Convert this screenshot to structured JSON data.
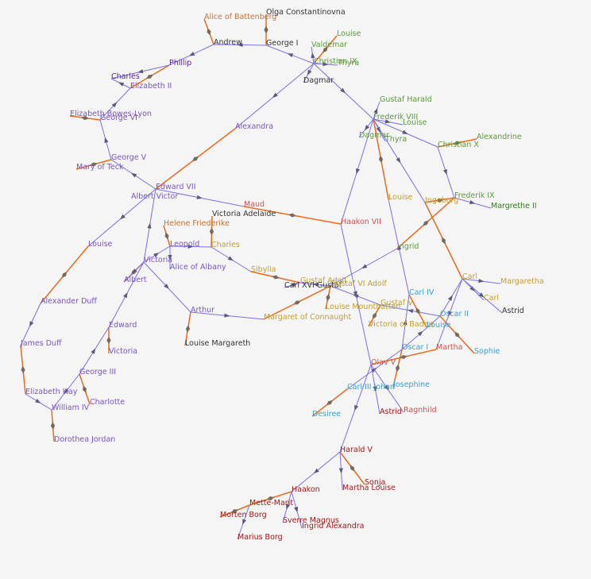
{
  "colors": {
    "background": "#f5f5f5",
    "parent_edge": "#7b6ee8",
    "marriage_edge": "#ec6a1c",
    "marker": "#7a6a5a",
    "houses": {
      "battenberg": "#c0733a",
      "windsor": "#7a55c0",
      "glucksburg_dk": "#5a9a3a",
      "glucksburg_dk_dark": "#2e7a1a",
      "norway": "#a01818",
      "norway_red": "#d05050",
      "sweden": "#3aa0d0",
      "bernadotte": "#c0a030",
      "neutral": "#333333",
      "tudor_purple": "#5a1fa0"
    }
  },
  "nodes": [
    {
      "id": "alice_battenberg",
      "label": "Alice of Battenberg",
      "color": "battenberg"
    },
    {
      "id": "olga",
      "label": "Olga Constantinovna",
      "color": "neutral"
    },
    {
      "id": "andrew",
      "label": "Andrew",
      "color": "neutral"
    },
    {
      "id": "george1",
      "label": "George I",
      "color": "neutral"
    },
    {
      "id": "louise_dk",
      "label": "Louise",
      "color": "glucksburg_dk"
    },
    {
      "id": "valdemar",
      "label": "Valdemar",
      "color": "glucksburg_dk"
    },
    {
      "id": "christian9",
      "label": "Christian IX",
      "color": "glucksburg_dk"
    },
    {
      "id": "thyra1",
      "label": "Thyra",
      "color": "glucksburg_dk"
    },
    {
      "id": "dagmar1",
      "label": "Dagmar",
      "color": "neutral"
    },
    {
      "id": "phillip",
      "label": "Phillip",
      "color": "tudor_purple"
    },
    {
      "id": "charles",
      "label": "Charles",
      "color": "tudor_purple"
    },
    {
      "id": "elizabeth2",
      "label": "Elizabeth II",
      "color": "windsor"
    },
    {
      "id": "ebl",
      "label": "Elizabeth Bowes-Lyon",
      "color": "windsor"
    },
    {
      "id": "george6",
      "label": "George VI",
      "color": "windsor"
    },
    {
      "id": "alexandra",
      "label": "Alexandra",
      "color": "windsor"
    },
    {
      "id": "george5",
      "label": "George V",
      "color": "windsor"
    },
    {
      "id": "mary_teck",
      "label": "Mary of Teck",
      "color": "windsor"
    },
    {
      "id": "edward7",
      "label": "Edward VII",
      "color": "windsor"
    },
    {
      "id": "albert_victor",
      "label": "Albert Victor",
      "color": "windsor"
    },
    {
      "id": "maud",
      "label": "Maud",
      "color": "norway_red"
    },
    {
      "id": "haakon7",
      "label": "Haakon VII",
      "color": "norway_red"
    },
    {
      "id": "victoria_adelaide",
      "label": "Victoria Adelaide",
      "color": "neutral"
    },
    {
      "id": "helene",
      "label": "Helene Friederike",
      "color": "battenberg"
    },
    {
      "id": "leopold",
      "label": "Leopold",
      "color": "windsor"
    },
    {
      "id": "charles_sax",
      "label": "Charles",
      "color": "bernadotte"
    },
    {
      "id": "victoria",
      "label": "Victoria",
      "color": "windsor"
    },
    {
      "id": "alice_albany",
      "label": "Alice of Albany",
      "color": "windsor"
    },
    {
      "id": "louise_uk",
      "label": "Louise",
      "color": "windsor"
    },
    {
      "id": "albert",
      "label": "Albert",
      "color": "windsor"
    },
    {
      "id": "sibylla",
      "label": "Sibylla",
      "color": "bernadotte"
    },
    {
      "id": "gustaf_adolf",
      "label": "Gustaf Adolf",
      "color": "bernadotte"
    },
    {
      "id": "carl16",
      "label": "Carl XVI Gustaf",
      "color": "neutral"
    },
    {
      "id": "gustaf6",
      "label": "Gustaf VI Adolf",
      "color": "bernadotte"
    },
    {
      "id": "alexander_duff",
      "label": "Alexander Duff",
      "color": "windsor"
    },
    {
      "id": "arthur",
      "label": "Arthur",
      "color": "windsor"
    },
    {
      "id": "louise_mount",
      "label": "Louise Mountbatten",
      "color": "bernadotte"
    },
    {
      "id": "margaret_c",
      "label": "Margaret of Connaught",
      "color": "bernadotte"
    },
    {
      "id": "edward_kent",
      "label": "Edward",
      "color": "windsor"
    },
    {
      "id": "james_duff",
      "label": "James Duff",
      "color": "windsor"
    },
    {
      "id": "louise_margareth",
      "label": "Louise Margareth",
      "color": "neutral"
    },
    {
      "id": "victoria_k",
      "label": "Victoria",
      "color": "windsor"
    },
    {
      "id": "george3",
      "label": "George III",
      "color": "windsor"
    },
    {
      "id": "elizabeth_hay",
      "label": "Elizabeth Hay",
      "color": "windsor"
    },
    {
      "id": "charlotte",
      "label": "Charlotte",
      "color": "windsor"
    },
    {
      "id": "william4",
      "label": "William IV",
      "color": "windsor"
    },
    {
      "id": "dorothea",
      "label": "Dorothea Jordan",
      "color": "windsor"
    },
    {
      "id": "gustaf_harald",
      "label": "Gustaf Harald",
      "color": "glucksburg_dk"
    },
    {
      "id": "frederik8",
      "label": "Frederik VIII",
      "color": "glucksburg_dk"
    },
    {
      "id": "louise_dk2",
      "label": "Louise",
      "color": "glucksburg_dk"
    },
    {
      "id": "dagmar2",
      "label": "Dagmar",
      "color": "glucksburg_dk"
    },
    {
      "id": "thyra2",
      "label": "Thyra",
      "color": "glucksburg_dk"
    },
    {
      "id": "alexandrine",
      "label": "Alexandrine",
      "color": "glucksburg_dk"
    },
    {
      "id": "christian10",
      "label": "Christian X",
      "color": "glucksburg_dk"
    },
    {
      "id": "louise_sw",
      "label": "Louise",
      "color": "bernadotte"
    },
    {
      "id": "ingeborg",
      "label": "Ingeborg",
      "color": "bernadotte"
    },
    {
      "id": "frederik9",
      "label": "Frederik IX",
      "color": "glucksburg_dk"
    },
    {
      "id": "margrethe2",
      "label": "Margrethe II",
      "color": "glucksburg_dk_dark"
    },
    {
      "id": "ingrid",
      "label": "Ingrid",
      "color": "glucksburg_dk"
    },
    {
      "id": "carl_sw",
      "label": "Carl",
      "color": "bernadotte"
    },
    {
      "id": "margaretha",
      "label": "Margaretha",
      "color": "bernadotte"
    },
    {
      "id": "carl_sw2",
      "label": "Carl",
      "color": "bernadotte"
    },
    {
      "id": "astrid_sw",
      "label": "Astrid",
      "color": "neutral"
    },
    {
      "id": "carl4",
      "label": "Carl IV",
      "color": "sweden"
    },
    {
      "id": "gustaf5",
      "label": "Gustaf V",
      "color": "bernadotte"
    },
    {
      "id": "victoria_baden",
      "label": "Victoria of Baden",
      "color": "bernadotte"
    },
    {
      "id": "louise_sw2",
      "label": "Louise",
      "color": "sweden"
    },
    {
      "id": "oscar2",
      "label": "Oscar II",
      "color": "sweden"
    },
    {
      "id": "oscar1",
      "label": "Oscar I",
      "color": "sweden"
    },
    {
      "id": "martha",
      "label": "Martha",
      "color": "norway_red"
    },
    {
      "id": "sophie",
      "label": "Sophie",
      "color": "sweden"
    },
    {
      "id": "olav5",
      "label": "Olav V",
      "color": "norway_red"
    },
    {
      "id": "carl3",
      "label": "Carl III Johan",
      "color": "sweden"
    },
    {
      "id": "josephine",
      "label": "Josephine",
      "color": "sweden"
    },
    {
      "id": "desiree",
      "label": "Desiree",
      "color": "sweden"
    },
    {
      "id": "astrid_no",
      "label": "Astrid",
      "color": "norway"
    },
    {
      "id": "ragnhild",
      "label": "Ragnhild",
      "color": "norway_red"
    },
    {
      "id": "harald5",
      "label": "Harald V",
      "color": "norway"
    },
    {
      "id": "sonja",
      "label": "Sonja",
      "color": "norway"
    },
    {
      "id": "martha_louise",
      "label": "Martha Louise",
      "color": "norway"
    },
    {
      "id": "haakon",
      "label": "Haakon",
      "color": "norway"
    },
    {
      "id": "mette_marit",
      "label": "Mette-Marit",
      "color": "norway"
    },
    {
      "id": "morten",
      "label": "Morten Borg",
      "color": "norway"
    },
    {
      "id": "sverre",
      "label": "Sverre Magnus",
      "color": "norway"
    },
    {
      "id": "ingrid_alex",
      "label": "Ingrid Alexandra",
      "color": "norway"
    },
    {
      "id": "marius",
      "label": "Marius Borg",
      "color": "norway"
    }
  ],
  "edges": [
    {
      "from": "alice_battenberg",
      "to": "andrew",
      "type": "marriage"
    },
    {
      "from": "olga",
      "to": "george1",
      "type": "marriage"
    },
    {
      "from": "george1",
      "to": "andrew",
      "type": "parent"
    },
    {
      "from": "christian9",
      "to": "george1",
      "type": "parent"
    },
    {
      "from": "louise_dk",
      "to": "christian9",
      "type": "marriage"
    },
    {
      "from": "christian9",
      "to": "valdemar",
      "type": "parent"
    },
    {
      "from": "christian9",
      "to": "thyra1",
      "type": "parent"
    },
    {
      "from": "christian9",
      "to": "dagmar1",
      "type": "parent"
    },
    {
      "from": "andrew",
      "to": "phillip",
      "type": "parent"
    },
    {
      "from": "phillip",
      "to": "elizabeth2",
      "type": "marriage"
    },
    {
      "from": "elizabeth2",
      "to": "charles",
      "type": "parent"
    },
    {
      "from": "phillip",
      "to": "charles",
      "type": "parent"
    },
    {
      "from": "george6",
      "to": "elizabeth2",
      "type": "parent"
    },
    {
      "from": "ebl",
      "to": "george6",
      "type": "marriage"
    },
    {
      "from": "george5",
      "to": "george6",
      "type": "parent"
    },
    {
      "from": "mary_teck",
      "to": "george5",
      "type": "marriage"
    },
    {
      "from": "edward7",
      "to": "george5",
      "type": "parent"
    },
    {
      "from": "christian9",
      "to": "alexandra",
      "type": "parent"
    },
    {
      "from": "alexandra",
      "to": "edward7",
      "type": "marriage"
    },
    {
      "from": "christian9",
      "to": "frederik8",
      "type": "parent"
    },
    {
      "from": "edward7",
      "to": "maud",
      "type": "parent"
    },
    {
      "from": "maud",
      "to": "haakon7",
      "type": "marriage"
    },
    {
      "from": "edward7",
      "to": "louise_uk",
      "type": "parent"
    },
    {
      "from": "louise_uk",
      "to": "alexander_duff",
      "type": "marriage"
    },
    {
      "from": "alexander_duff",
      "to": "james_duff",
      "type": "parent"
    },
    {
      "from": "james_duff",
      "to": "elizabeth_hay",
      "type": "marriage"
    },
    {
      "from": "elizabeth_hay",
      "to": "william4",
      "type": "parent"
    },
    {
      "from": "william4",
      "to": "dorothea",
      "type": "marriage"
    },
    {
      "from": "victoria",
      "to": "edward7",
      "type": "parent"
    },
    {
      "from": "victoria",
      "to": "leopold",
      "type": "parent"
    },
    {
      "from": "victoria",
      "to": "arthur",
      "type": "parent"
    },
    {
      "from": "victoria",
      "to": "albert",
      "type": "marriage"
    },
    {
      "from": "helene",
      "to": "leopold",
      "type": "marriage"
    },
    {
      "from": "leopold",
      "to": "charles_sax",
      "type": "parent"
    },
    {
      "from": "leopold",
      "to": "alice_albany",
      "type": "parent"
    },
    {
      "from": "victoria_adelaide",
      "to": "charles_sax",
      "type": "marriage"
    },
    {
      "from": "charles_sax",
      "to": "sibylla",
      "type": "parent"
    },
    {
      "from": "sibylla",
      "to": "gustaf_adolf",
      "type": "marriage"
    },
    {
      "from": "gustaf_adolf",
      "to": "carl16",
      "type": "parent"
    },
    {
      "from": "gustaf6",
      "to": "gustaf_adolf",
      "type": "parent"
    },
    {
      "from": "gustaf6",
      "to": "louise_mount",
      "type": "marriage"
    },
    {
      "from": "gustaf6",
      "to": "margaret_c",
      "type": "marriage"
    },
    {
      "from": "arthur",
      "to": "margaret_c",
      "type": "parent"
    },
    {
      "from": "arthur",
      "to": "louise_margareth",
      "type": "marriage"
    },
    {
      "from": "victoria",
      "to": "albert",
      "type": "parent"
    },
    {
      "from": "edward_kent",
      "to": "victoria",
      "type": "parent"
    },
    {
      "from": "edward_kent",
      "to": "victoria_k",
      "type": "marriage"
    },
    {
      "from": "george3",
      "to": "edward_kent",
      "type": "parent"
    },
    {
      "from": "george3",
      "to": "charlotte",
      "type": "marriage"
    },
    {
      "from": "george3",
      "to": "william4",
      "type": "parent"
    },
    {
      "from": "frederik8",
      "to": "gustaf_harald",
      "type": "parent"
    },
    {
      "from": "frederik8",
      "to": "louise_dk2",
      "type": "parent"
    },
    {
      "from": "frederik8",
      "to": "dagmar2",
      "type": "parent"
    },
    {
      "from": "frederik8",
      "to": "thyra2",
      "type": "parent"
    },
    {
      "from": "frederik8",
      "to": "christian10",
      "type": "parent"
    },
    {
      "from": "frederik8",
      "to": "louise_sw",
      "type": "marriage"
    },
    {
      "from": "christian10",
      "to": "alexandrine",
      "type": "marriage"
    },
    {
      "from": "christian10",
      "to": "frederik9",
      "type": "parent"
    },
    {
      "from": "frederik9",
      "to": "margrethe2",
      "type": "parent"
    },
    {
      "from": "frederik9",
      "to": "ingeborg",
      "type": "marriage"
    },
    {
      "from": "frederik9",
      "to": "ingrid",
      "type": "marriage"
    },
    {
      "from": "ingrid",
      "to": "gustaf6",
      "type": "parent"
    },
    {
      "from": "frederik8",
      "to": "haakon7",
      "type": "parent"
    },
    {
      "from": "frederik8",
      "to": "ingeborg",
      "type": "parent"
    },
    {
      "from": "ingeborg",
      "to": "carl_sw",
      "type": "marriage"
    },
    {
      "from": "carl_sw",
      "to": "margaretha",
      "type": "parent"
    },
    {
      "from": "carl_sw",
      "to": "carl_sw2",
      "type": "parent"
    },
    {
      "from": "carl_sw",
      "to": "astrid_sw",
      "type": "parent"
    },
    {
      "from": "carl_sw",
      "to": "martha",
      "type": "parent"
    },
    {
      "from": "oscar2",
      "to": "carl_sw",
      "type": "parent"
    },
    {
      "from": "oscar2",
      "to": "sophie",
      "type": "marriage"
    },
    {
      "from": "oscar2",
      "to": "gustaf5",
      "type": "parent"
    },
    {
      "from": "gustaf5",
      "to": "victoria_baden",
      "type": "marriage"
    },
    {
      "from": "gustaf5",
      "to": "gustaf6",
      "type": "parent"
    },
    {
      "from": "oscar1",
      "to": "oscar2",
      "type": "parent"
    },
    {
      "from": "oscar1",
      "to": "carl4",
      "type": "parent"
    },
    {
      "from": "carl4",
      "to": "louise_sw2",
      "type": "marriage"
    },
    {
      "from": "carl4",
      "to": "louise_sw",
      "type": "parent"
    },
    {
      "from": "oscar1",
      "to": "josephine",
      "type": "marriage"
    },
    {
      "from": "carl3",
      "to": "oscar1",
      "type": "parent"
    },
    {
      "from": "carl3",
      "to": "desiree",
      "type": "marriage"
    },
    {
      "from": "haakon7",
      "to": "olav5",
      "type": "parent"
    },
    {
      "from": "olav5",
      "to": "martha",
      "type": "marriage"
    },
    {
      "from": "olav5",
      "to": "astrid_no",
      "type": "parent"
    },
    {
      "from": "olav5",
      "to": "ragnhild",
      "type": "parent"
    },
    {
      "from": "olav5",
      "to": "harald5",
      "type": "parent"
    },
    {
      "from": "harald5",
      "to": "sonja",
      "type": "marriage"
    },
    {
      "from": "harald5",
      "to": "martha_louise",
      "type": "parent"
    },
    {
      "from": "harald5",
      "to": "haakon",
      "type": "parent"
    },
    {
      "from": "haakon",
      "to": "mette_marit",
      "type": "marriage"
    },
    {
      "from": "haakon",
      "to": "sverre",
      "type": "parent"
    },
    {
      "from": "haakon",
      "to": "ingrid_alex",
      "type": "parent"
    },
    {
      "from": "mette_marit",
      "to": "marius",
      "type": "parent"
    },
    {
      "from": "mette_marit",
      "to": "morten",
      "type": "marriage"
    }
  ]
}
